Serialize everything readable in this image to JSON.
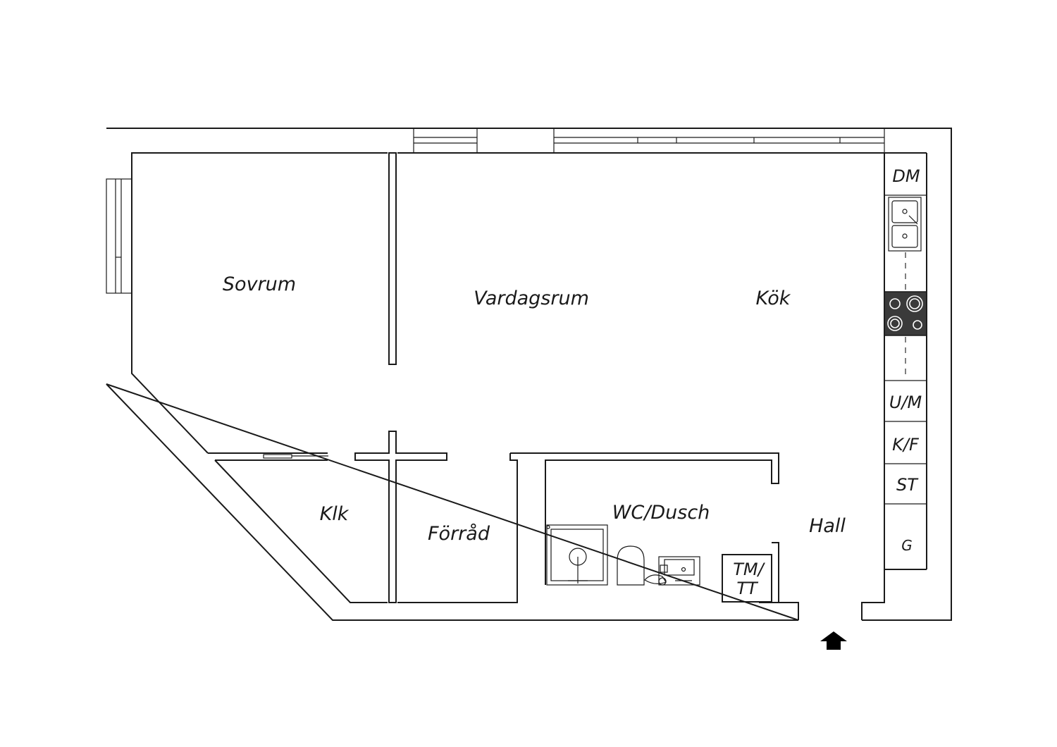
{
  "rooms": {
    "sovrum": "Sovrum",
    "vardagsrum": "Vardagsrum",
    "kok": "Kök",
    "klk": "Klk",
    "forrad": "Förråd",
    "wc": "WC/Dusch",
    "hall": "Hall"
  },
  "kitchen_units": {
    "dm": "DM",
    "um": "U/M",
    "kf": "K/F",
    "st": "ST",
    "g": "G"
  },
  "laundry": {
    "line1": "TM/",
    "line2": "TT"
  },
  "icons": {
    "entrance": "arrow-up-icon",
    "sink": "sink-icon",
    "hob": "hob-icon",
    "toilet": "toilet-icon",
    "shower": "shower-icon",
    "washbasin": "washbasin-icon"
  },
  "colors": {
    "lines": "#1a1a1a",
    "hob": "#3a3a3a",
    "background": "#ffffff"
  }
}
